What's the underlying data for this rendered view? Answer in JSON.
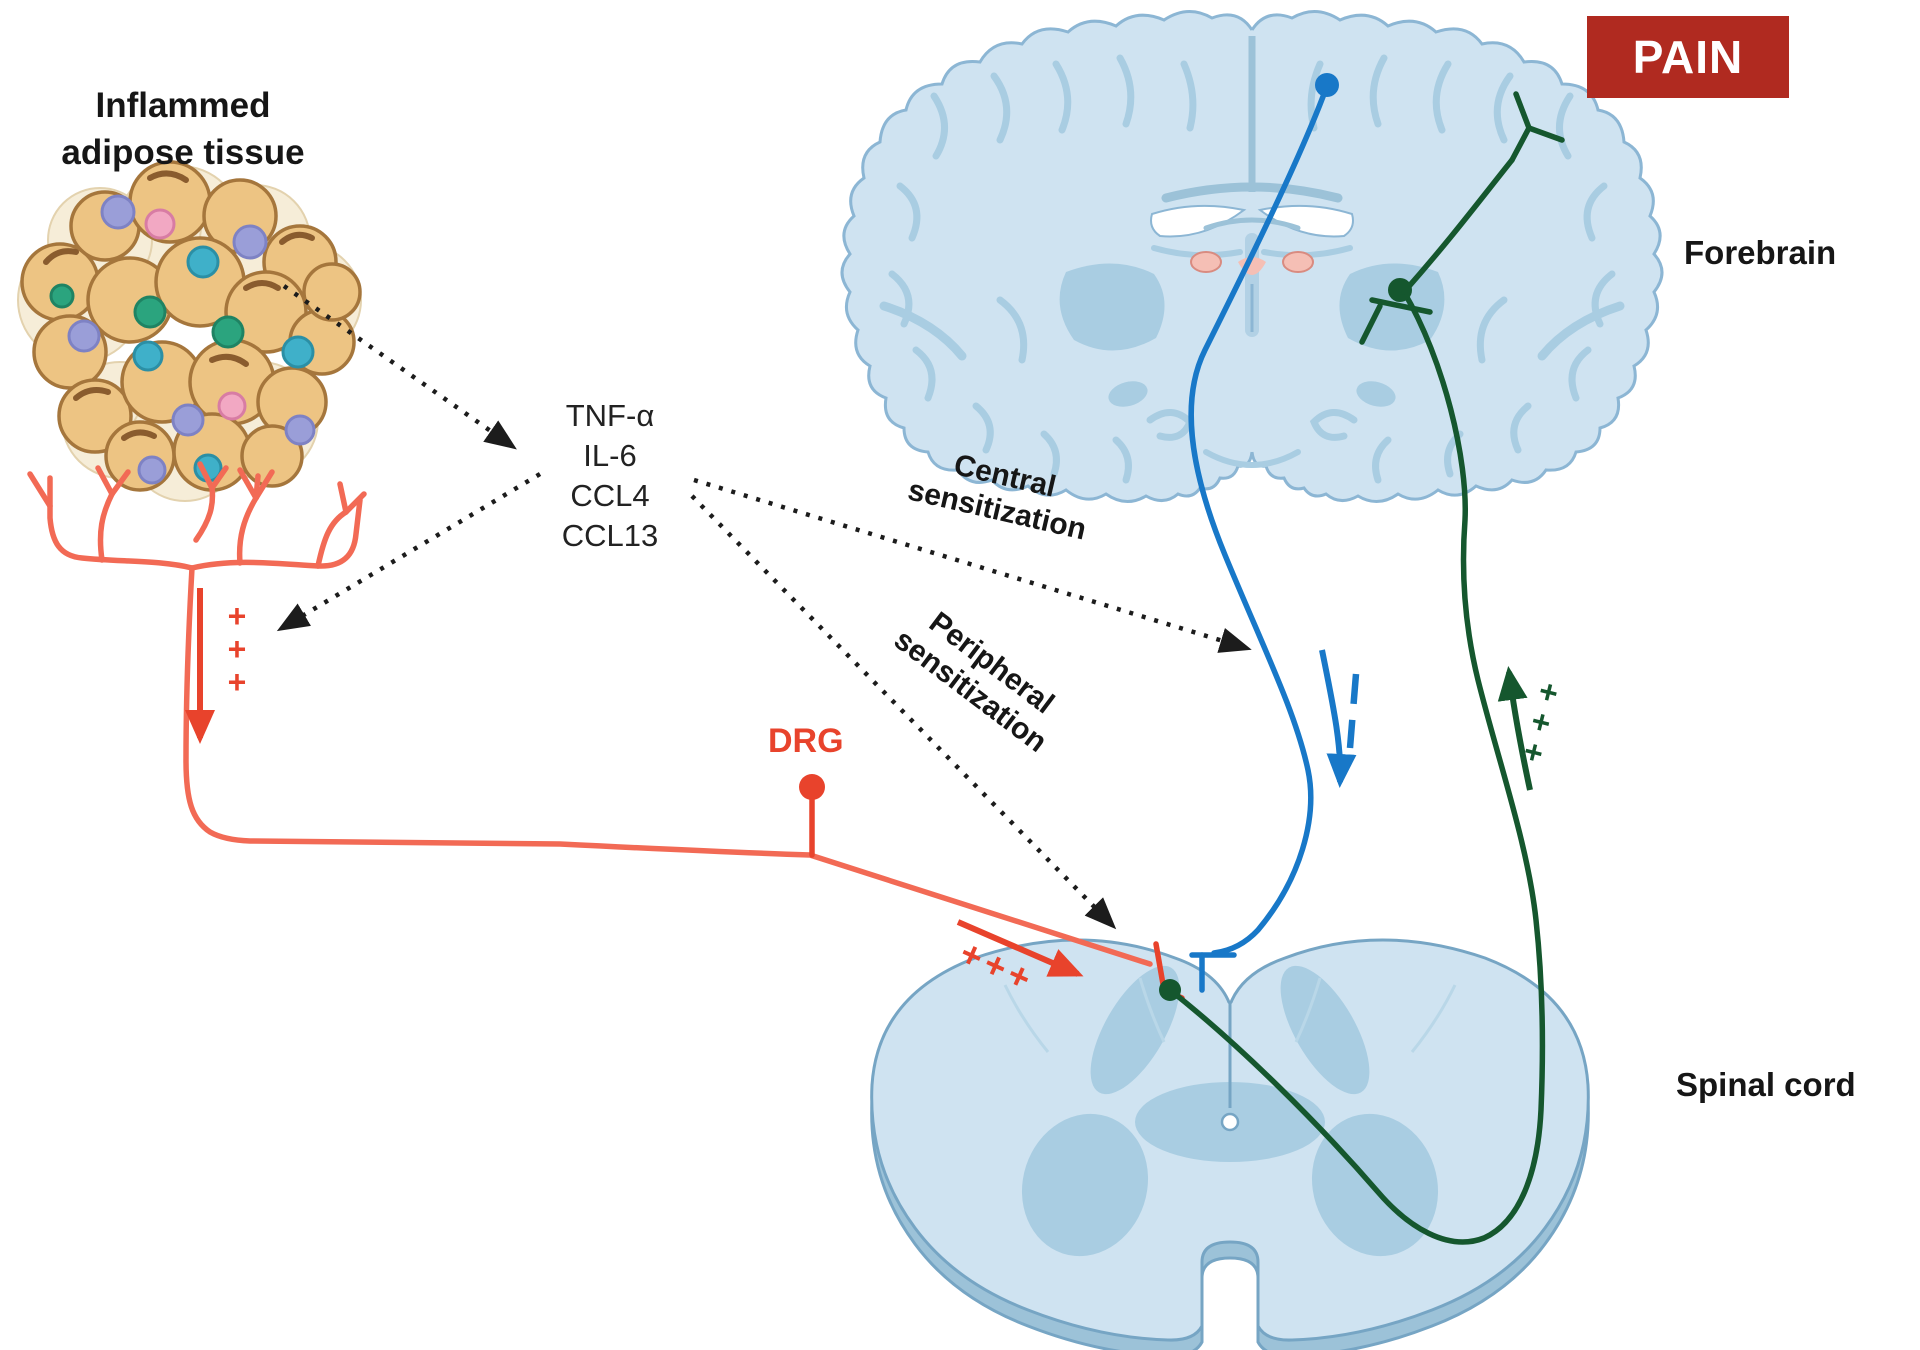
{
  "title": {
    "line1": "Inflammed",
    "line2": "adipose tissue"
  },
  "cytokines": [
    "TNF-α",
    "IL-6",
    "CCL4",
    "CCL13"
  ],
  "annotations": {
    "central": {
      "line1": "Central",
      "line2": "sensitization"
    },
    "peripheral": {
      "line1": "Peripheral",
      "line2": "sensitization"
    },
    "drg": "DRG",
    "forebrain": "Forebrain",
    "spinal_cord": "Spinal cord",
    "pain": "PAIN"
  },
  "plus_marks": {
    "afferent_nerve": [
      "+",
      "+",
      "+"
    ],
    "spinal_input": "+++",
    "ascending_output": [
      "+",
      "+",
      "+"
    ]
  },
  "colors": {
    "red": "#e8432c",
    "red-nerve": "#f26a55",
    "badge": "#b02a20",
    "badge-text": "#ffffff",
    "blue": "#1878c8",
    "green": "#15572e",
    "black": "#1c1c1c",
    "text": "#161616",
    "brain-fill": "#cfe3f1",
    "brain-line": "#8cb6d4",
    "brain-feature": "#a9cde2",
    "brain-deep": "#9cc2d8",
    "ventricle": "#ffffff",
    "pink": "#f5bfb5",
    "cord-fill": "#cfe3f1",
    "cord-rim": "#9cc2d8",
    "cord-gray": "#a9cde2",
    "cord-line": "#76a5c4",
    "adipo-fill": "#edc483",
    "adipo-line": "#a5763c",
    "adipo-bg": "#f6edd8",
    "adipo-bg-line": "#e3d2ae",
    "cell-purple": "#9a9ed8",
    "cell-purple-line": "#7e82c4",
    "cell-teal": "#3fb0c9",
    "cell-green": "#2ba47e",
    "cell-pink": "#f2a8c3"
  }
}
